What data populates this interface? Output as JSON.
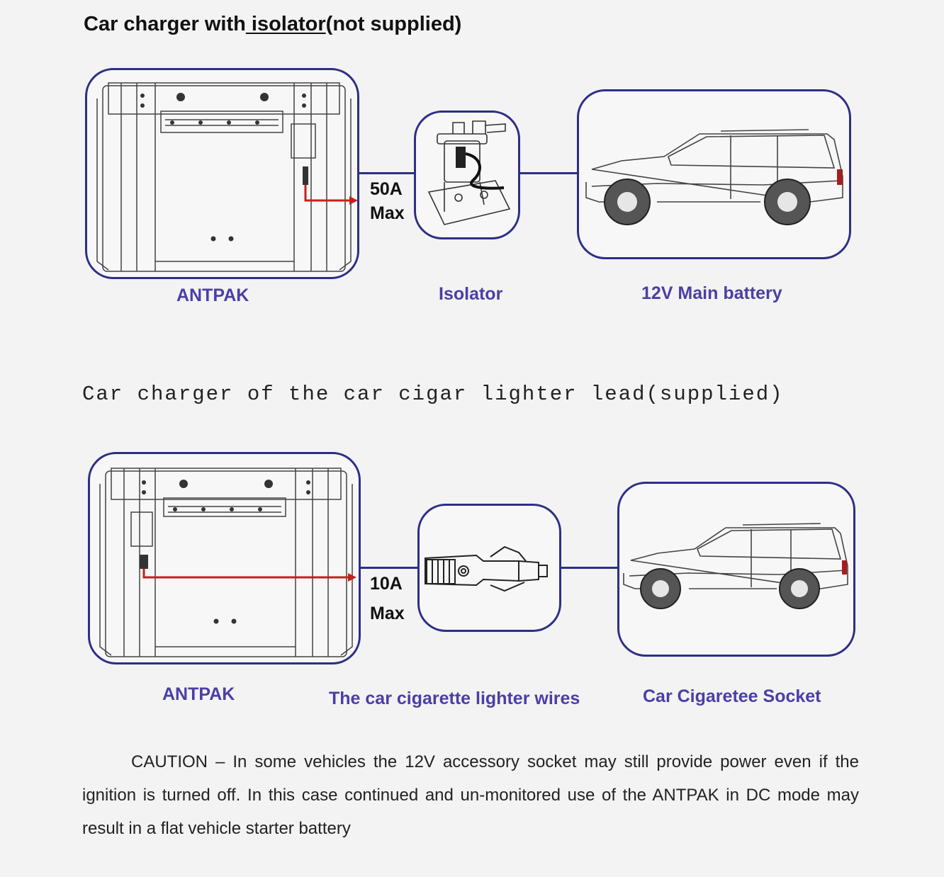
{
  "section1": {
    "title_before": "Car charger with",
    "title_underlined": " isolator",
    "title_after": "(not supplied)",
    "amp_line1": "50A",
    "amp_line2": "Max",
    "captions": {
      "antpak": "ANTPAK",
      "isolator": "Isolator",
      "battery": "12V Main battery"
    }
  },
  "section2": {
    "title": "Car charger of the car cigar lighter lead(supplied)",
    "amp_line1": "10A",
    "amp_line2": "Max",
    "captions": {
      "antpak": "ANTPAK",
      "wires": "The car cigarette lighter wires",
      "socket": "Car Cigaretee Socket"
    }
  },
  "caution": "CAUTION – In some vehicles the 12V accessory socket may still provide power even if the ignition is turned off. In this case continued and un-monitored use of the ANTPAK in DC mode may result in a flat vehicle starter battery",
  "colors": {
    "frame": "#2d2f86",
    "caption": "#4a3fa6",
    "lead": "#c8201b",
    "line": "#333333"
  },
  "icons": [
    "antpak-box-icon",
    "isolator-icon",
    "car-icon",
    "cigarette-plug-icon"
  ]
}
